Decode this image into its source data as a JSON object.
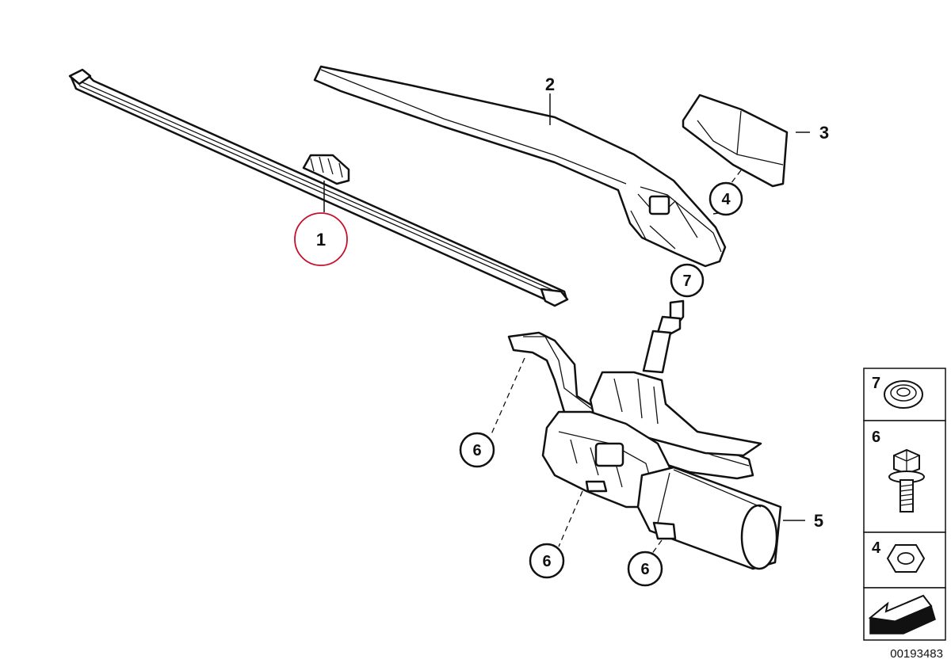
{
  "diagram": {
    "callouts": {
      "blade": "1",
      "arm": "2",
      "cap": "3",
      "nut_top": "4",
      "motor": "5",
      "bolt_left": "6",
      "bolt_bottom": "6",
      "bolt_right": "6",
      "washer_top": "7"
    },
    "legend": {
      "washer": "7",
      "bolt": "6",
      "nut": "4"
    },
    "document_number": "00193483",
    "highlight_color": "#c8102e"
  }
}
